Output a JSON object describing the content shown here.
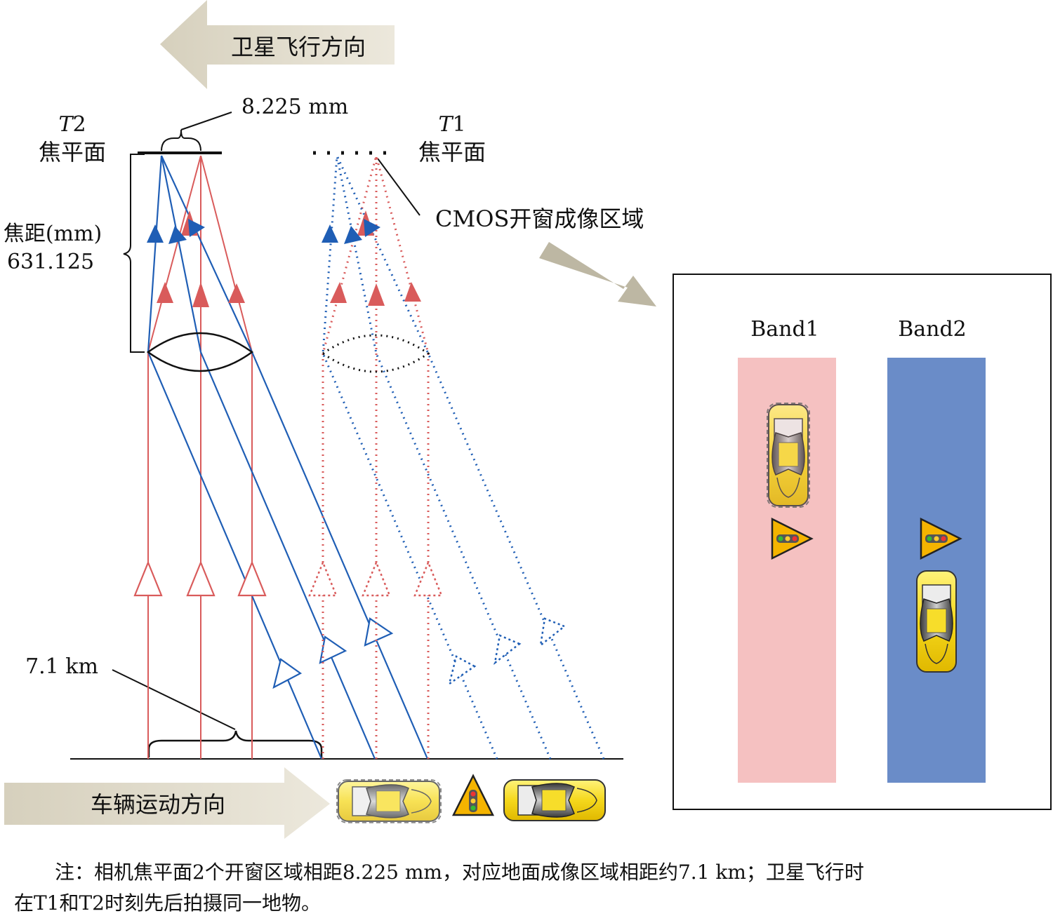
{
  "satellite_direction_label": "卫星飞行方向",
  "vehicle_direction_label": "车辆运动方向",
  "t2": {
    "letter": "T",
    "digit": "2",
    "label": "焦平面"
  },
  "t1": {
    "letter": "T",
    "digit": "1",
    "label": "焦平面"
  },
  "offset_label": "8.225 mm",
  "focal_length_label": "焦距(mm)",
  "focal_length_value": "631.125",
  "cmos_label": "CMOS开窗成像区域",
  "ground_distance_label": "7.1 km",
  "bands": [
    "Band1",
    "Band2"
  ],
  "colors": {
    "red_ray": "#d95b5b",
    "blue_ray": "#1f5eb5",
    "band1_fill": "#f5c1c1",
    "band2_fill": "#6a8cc8",
    "arrow_fill": "#e6e1d2",
    "car_yellow": "#f7dd2a",
    "sign_orange": "#f5b400"
  },
  "icons": [
    "car-icon",
    "traffic-light-sign-icon"
  ],
  "note": {
    "line1": "注：相机焦平面2个开窗区域相距8.225 mm，对应地面成像区域相距约7.1 km；卫星飞行时",
    "line2": "在T1和T2时刻先后拍摄同一地物。"
  }
}
